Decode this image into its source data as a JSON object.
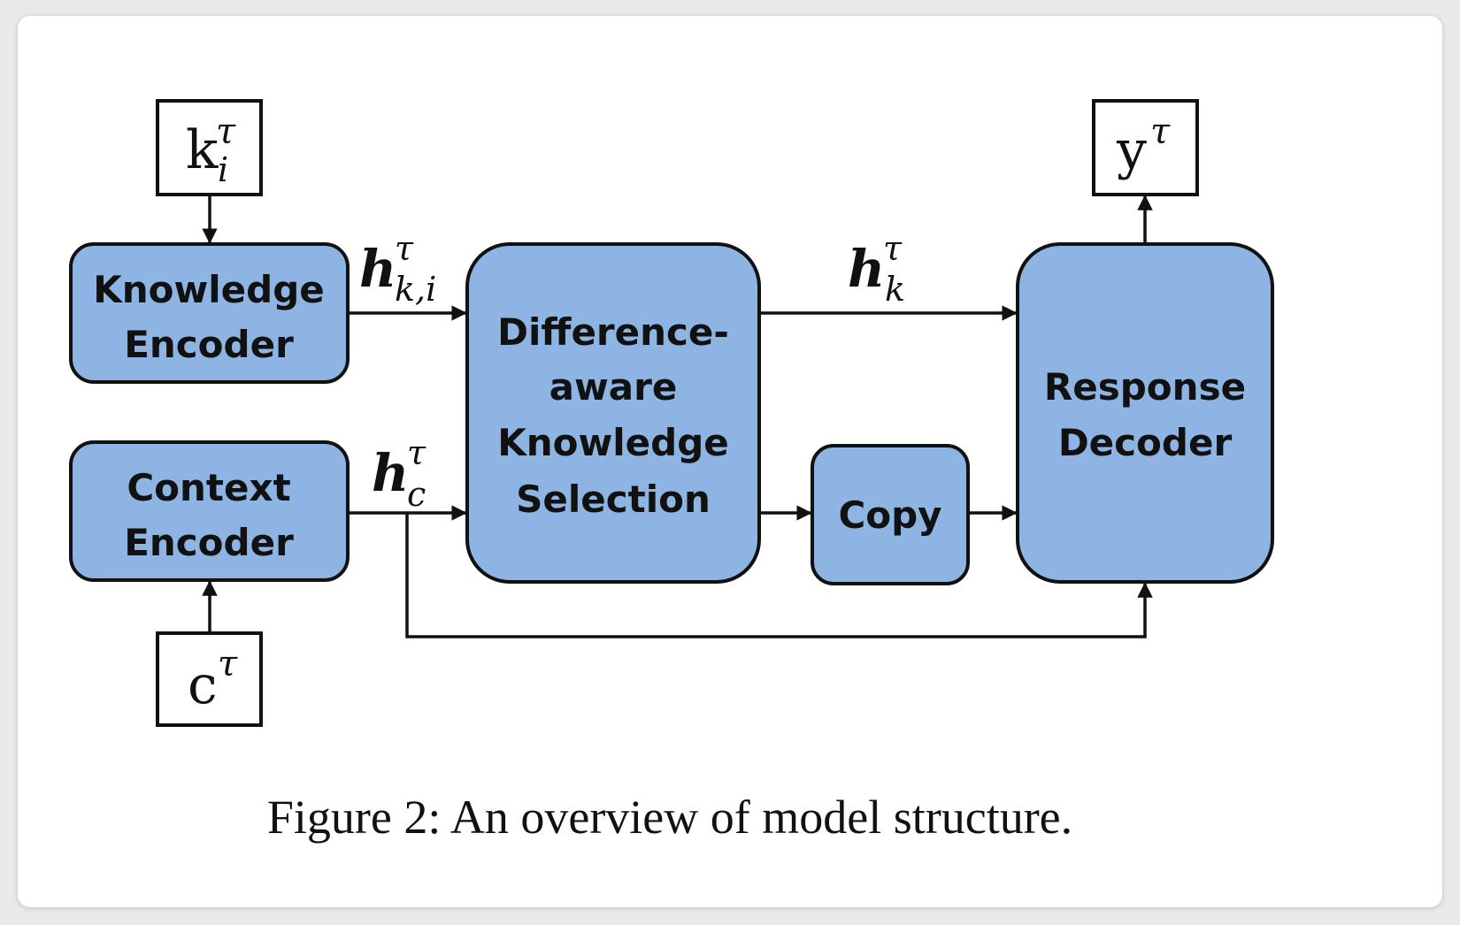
{
  "blocks": {
    "knowledge_encoder": [
      "Knowledge",
      "Encoder"
    ],
    "context_encoder": [
      "Context",
      "Encoder"
    ],
    "selection": [
      "Difference-",
      "aware",
      "Knowledge",
      "Selection"
    ],
    "copy": "Copy",
    "decoder": [
      "Response",
      "Decoder"
    ]
  },
  "inputs": {
    "knowledge": {
      "base": "k",
      "sup": "τ",
      "sub": "i"
    },
    "context": {
      "base": "c",
      "sup": "τ"
    },
    "output": {
      "base": "y",
      "sup": "τ"
    }
  },
  "edge_labels": {
    "h_ki": {
      "base": "h",
      "sup": "τ",
      "sub": "k,i"
    },
    "h_c": {
      "base": "h",
      "sup": "τ",
      "sub": "c"
    },
    "h_k": {
      "base": "h",
      "sup": "τ",
      "sub": "k"
    }
  },
  "caption": "Figure 2: An overview of model structure."
}
